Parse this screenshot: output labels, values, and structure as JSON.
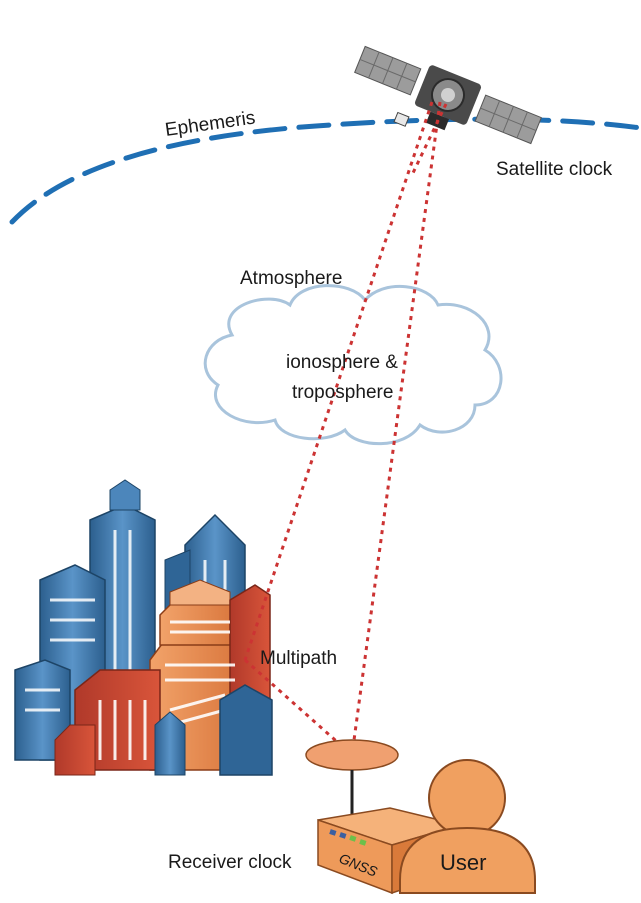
{
  "labels": {
    "ephemeris": "Ephemeris",
    "satellite_clock": "Satellite clock",
    "atmosphere": "Atmosphere",
    "iono_line1": "ionosphere &",
    "iono_line2": "troposphere",
    "multipath": "Multipath",
    "receiver_clock": "Receiver clock",
    "gnss": "GNSS",
    "user": "User"
  },
  "colors": {
    "orbit": "#1f6fb4",
    "signal": "#cc3333",
    "cloud_stroke": "#a9c4dc",
    "building_blue": "#3f75a8",
    "building_orange": "#e8894a",
    "building_red": "#c74530",
    "antenna": "#f0a070",
    "user": "#f0a060"
  },
  "icons": {
    "satellite": "satellite-icon",
    "city": "city-buildings-icon",
    "antenna": "antenna-dish-icon",
    "receiver": "gnss-receiver-icon",
    "user": "user-icon"
  }
}
